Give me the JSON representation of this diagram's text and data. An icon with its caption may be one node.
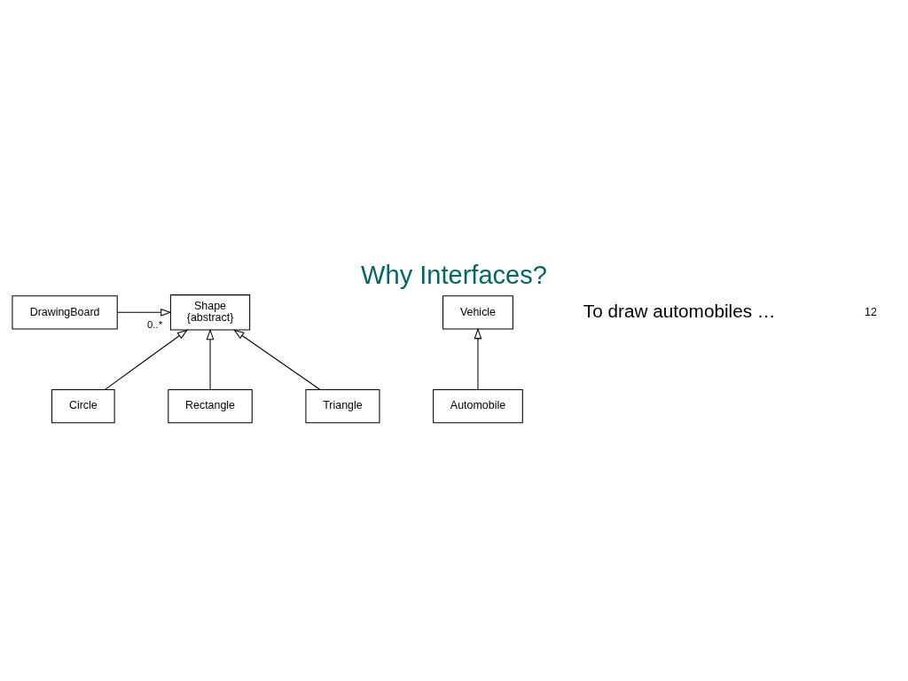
{
  "diagram": {
    "title": "Why Interfaces?",
    "nodes": [
      {
        "text": [
          "DrawingBoard"
        ]
      },
      {
        "text": [
          "Shape",
          "{abstract}"
        ]
      },
      {
        "text": [
          "Vehicle"
        ]
      },
      {
        "text": [
          "Circle"
        ]
      },
      {
        "text": [
          "Rectangle"
        ]
      },
      {
        "text": [
          "Triangle"
        ]
      },
      {
        "text": [
          "Automobile"
        ]
      }
    ],
    "edges": [
      {
        "from": 0,
        "to": 1,
        "arrow": "to",
        "label": "0..*"
      },
      {
        "from": 3,
        "to": 1,
        "arrow": "to"
      },
      {
        "from": 4,
        "to": 1,
        "arrow": "to"
      },
      {
        "from": 5,
        "to": 1,
        "arrow": "to"
      },
      {
        "from": 6,
        "to": 2,
        "arrow": "to"
      }
    ],
    "labels": [
      "To draw automobiles …",
      "12"
    ]
  }
}
